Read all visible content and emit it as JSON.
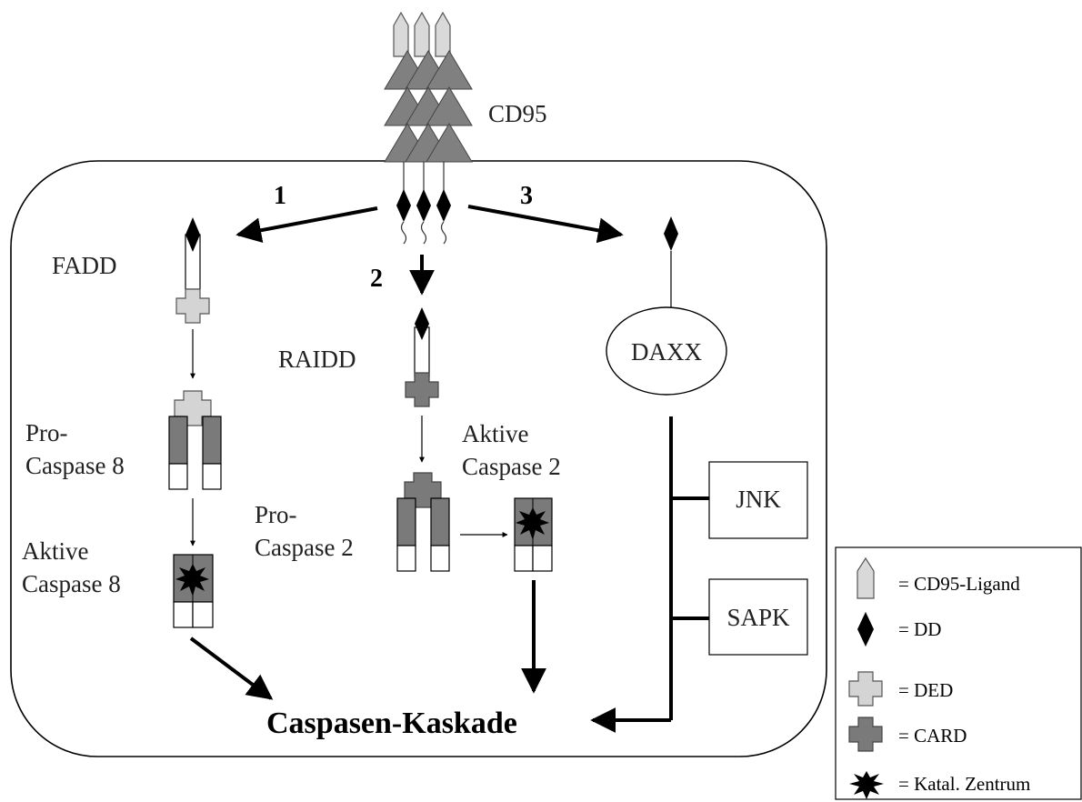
{
  "receptor": {
    "label": "CD95"
  },
  "pathways": {
    "p1": "1",
    "p2": "2",
    "p3": "3"
  },
  "fadd": {
    "label": "FADD"
  },
  "raidd": {
    "label": "RAIDD"
  },
  "daxx": {
    "label": "DAXX"
  },
  "procasp8": {
    "line1": "Pro-",
    "line2": "Caspase 8"
  },
  "aktcasp8": {
    "line1": "Aktive",
    "line2": "Caspase 8"
  },
  "procasp2": {
    "line1": "Pro-",
    "line2": "Caspase 2"
  },
  "aktcasp2": {
    "line1": "Aktive",
    "line2": "Caspase 2"
  },
  "kinases": {
    "jnk": "JNK",
    "sapk": "SAPK"
  },
  "cascade": {
    "label": "Caspasen-Kaskade"
  },
  "legend": {
    "ligand": "= CD95-Ligand",
    "dd": "= DD",
    "ded": "= DED",
    "card": "= CARD",
    "katal": "= Katal. Zentrum"
  },
  "colors": {
    "ligand": "#d9d9d9",
    "receptor": "#808080",
    "ded": "#d4d4d4",
    "card": "#7a7a7a",
    "dd": "#000000"
  }
}
